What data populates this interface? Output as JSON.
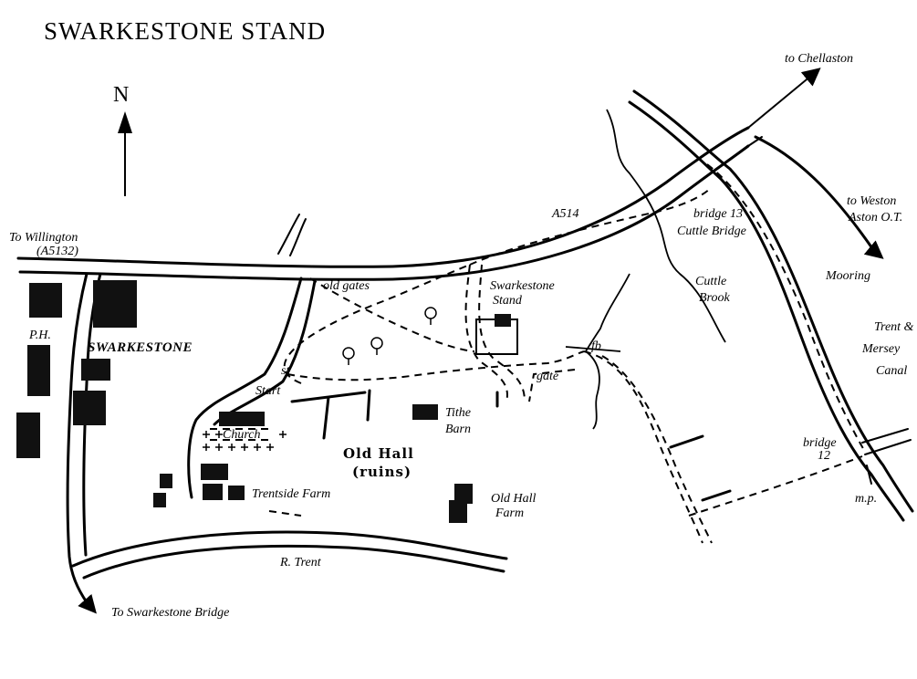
{
  "title": "SWARKESTONE STAND",
  "compass": "N",
  "labels": {
    "to_willington": "To Willington",
    "a5132": "(A5132)",
    "to_chellaston": "to Chellaston",
    "a514": "A514",
    "bridge13": "bridge 13",
    "cuttle_bridge": "Cuttle Bridge",
    "to_weston": "to Weston",
    "aston_ot": "Aston O.T.",
    "mooring": "Mooring",
    "cuttle": "Cuttle",
    "brook": "Brook",
    "old_gates": "old gates",
    "swarkestone_stand_1": "Swarkestone",
    "swarkestone_stand_2": "Stand",
    "ph": "P.H.",
    "swarkestone": "SWARKESTONE",
    "st": "st",
    "start": "Start",
    "gate": "gate",
    "fb": "fb",
    "trent_mersey_1": "Trent &",
    "trent_mersey_2": "Mersey",
    "trent_mersey_3": "Canal",
    "tithe": "Tithe",
    "barn": "Barn",
    "church": "Church",
    "old_hall": "Old Hall",
    "ruins": "(ruins)",
    "trentside_farm": "Trentside Farm",
    "old_hall_farm_1": "Old Hall",
    "old_hall_farm_2": "Farm",
    "bridge12": "bridge",
    "bridge12_num": "12",
    "mp": "m.p.",
    "r_trent": "R. Trent",
    "to_swarkestone_bridge": "To Swarkestone Bridge"
  }
}
